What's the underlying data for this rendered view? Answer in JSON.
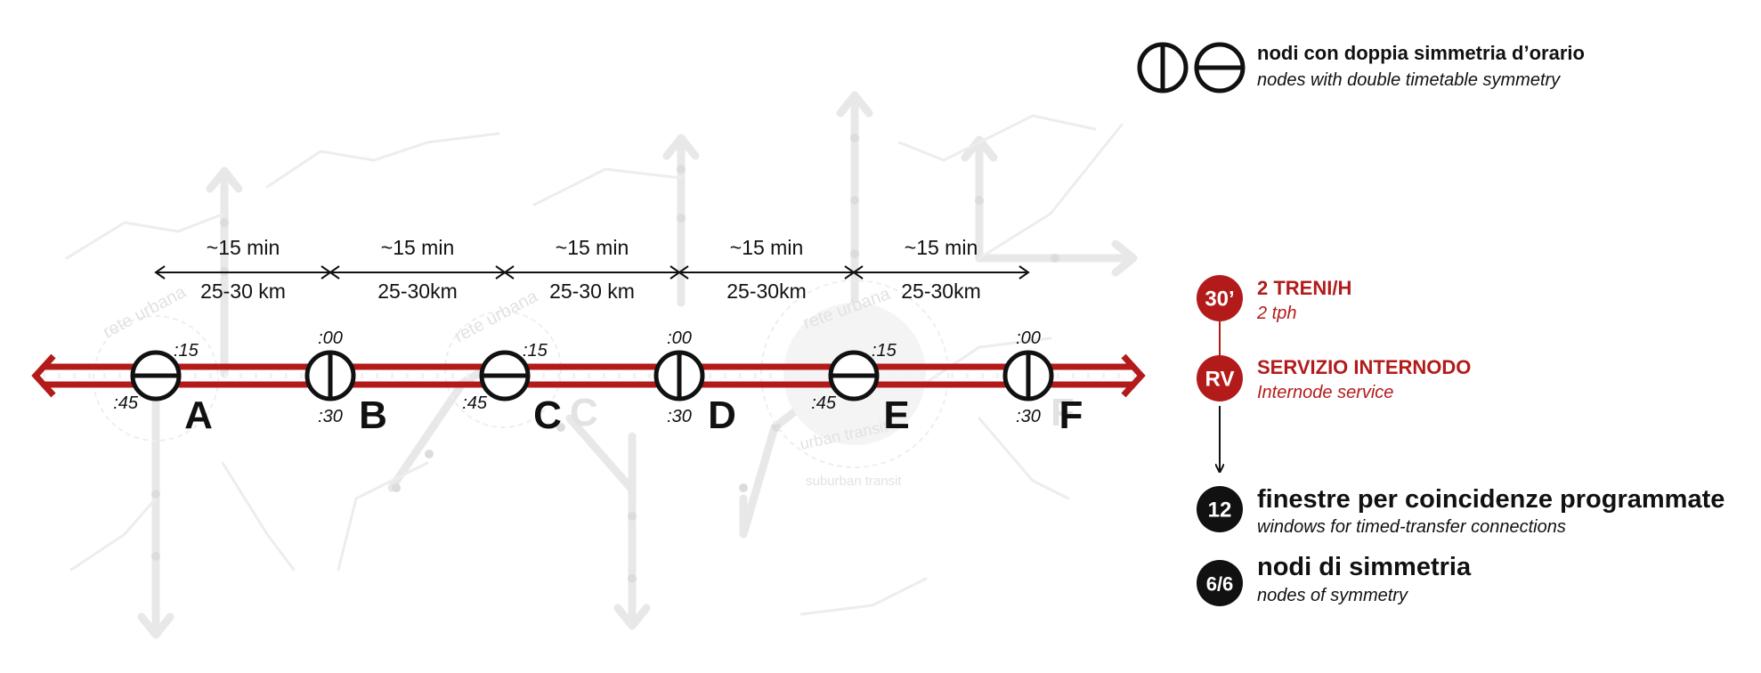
{
  "colors": {
    "line_red": "#b31b1b",
    "node_black": "#111111",
    "background_network": "#e6e6e6"
  },
  "line": {
    "segments": [
      {
        "time": "~15 min",
        "distance": "25-30 km"
      },
      {
        "time": "~15 min",
        "distance": "25-30km"
      },
      {
        "time": "~15 min",
        "distance": "25-30 km"
      },
      {
        "time": "~15 min",
        "distance": "25-30km"
      },
      {
        "time": "~15 min",
        "distance": "25-30km"
      }
    ],
    "nodes": [
      {
        "name": "A",
        "symmetry": "horizontal",
        "minute_top": ":15",
        "minute_bottom": ":45"
      },
      {
        "name": "B",
        "symmetry": "vertical",
        "minute_top": ":00",
        "minute_bottom": ":30"
      },
      {
        "name": "C",
        "symmetry": "horizontal",
        "minute_top": ":15",
        "minute_bottom": ":45"
      },
      {
        "name": "D",
        "symmetry": "vertical",
        "minute_top": ":00",
        "minute_bottom": ":30"
      },
      {
        "name": "E",
        "symmetry": "horizontal",
        "minute_top": ":15",
        "minute_bottom": ":45"
      },
      {
        "name": "F",
        "symmetry": "vertical",
        "minute_top": ":00",
        "minute_bottom": ":30"
      }
    ]
  },
  "background_labels": {
    "rete_urbana": "rete urbana",
    "urban_transit": "urban transit",
    "suburban_transit": "suburban transit"
  },
  "legend": {
    "symmetry": {
      "title": "nodi con doppia simmetria d’orario",
      "subtitle": "nodes with double timetable symmetry"
    },
    "frequency": {
      "badge": "30’",
      "title": "2 TRENI/H",
      "subtitle": "2 tph"
    },
    "service": {
      "badge": "RV",
      "title": "SERVIZIO INTERNODO",
      "subtitle": "Internode service"
    },
    "windows": {
      "badge": "12",
      "title": "finestre per coincidenze programmate",
      "subtitle": "windows for timed-transfer connections"
    },
    "symmetry_nodes": {
      "badge": "6/6",
      "title": "nodi di simmetria",
      "subtitle": "nodes of symmetry"
    }
  }
}
